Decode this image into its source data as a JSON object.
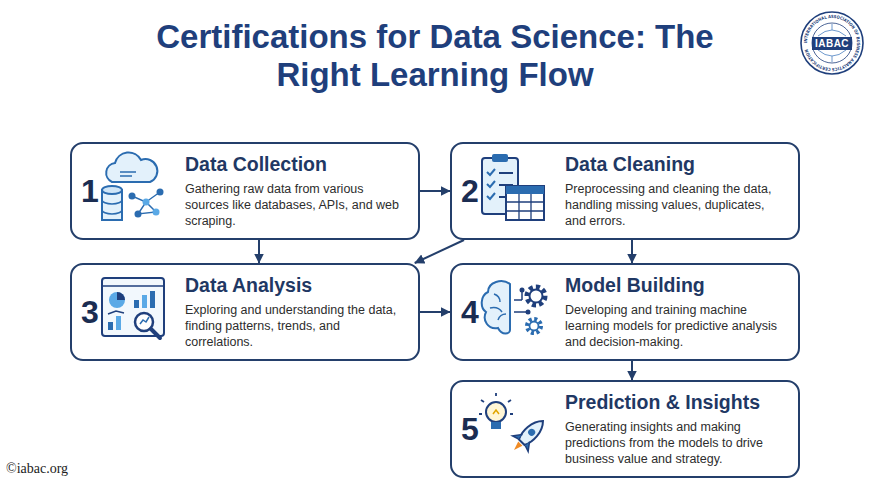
{
  "diagram": {
    "title": "Certifications for Data Science: The Right Learning Flow",
    "nodes": [
      {
        "text": [
          "1",
          "Data Collection",
          "Gathering raw data from various sources like databases, APIs, and web scraping."
        ]
      },
      {
        "text": [
          "2",
          "Data Cleaning",
          "Preprocessing and cleaning the data, handling missing values, duplicates, and errors."
        ]
      },
      {
        "text": [
          "3",
          "Data Analysis",
          "Exploring and understanding the data, finding patterns, trends, and correlations."
        ]
      },
      {
        "text": [
          "4",
          "Model Building",
          "Developing and training machine learning models for predictive analysis and decision-making."
        ]
      },
      {
        "text": [
          "5",
          "Prediction & Insights",
          "Generating insights and making predictions from the models to drive business value and strategy."
        ]
      }
    ],
    "edges": [
      {
        "from": 0,
        "to": 1,
        "arrow": "to"
      },
      {
        "from": 0,
        "to": 2,
        "arrow": "to"
      },
      {
        "from": 1,
        "to": 2,
        "arrow": "to"
      },
      {
        "from": 1,
        "to": 3,
        "arrow": "to"
      },
      {
        "from": 2,
        "to": 3,
        "arrow": "to"
      },
      {
        "from": 3,
        "to": 4,
        "arrow": "to"
      }
    ],
    "labels": [
      "INTERNATIONAL ASSOCIATION OF BUSINESS ANALYTICS CERTIFICATION",
      "IABAC",
      "©iabac.org"
    ]
  }
}
